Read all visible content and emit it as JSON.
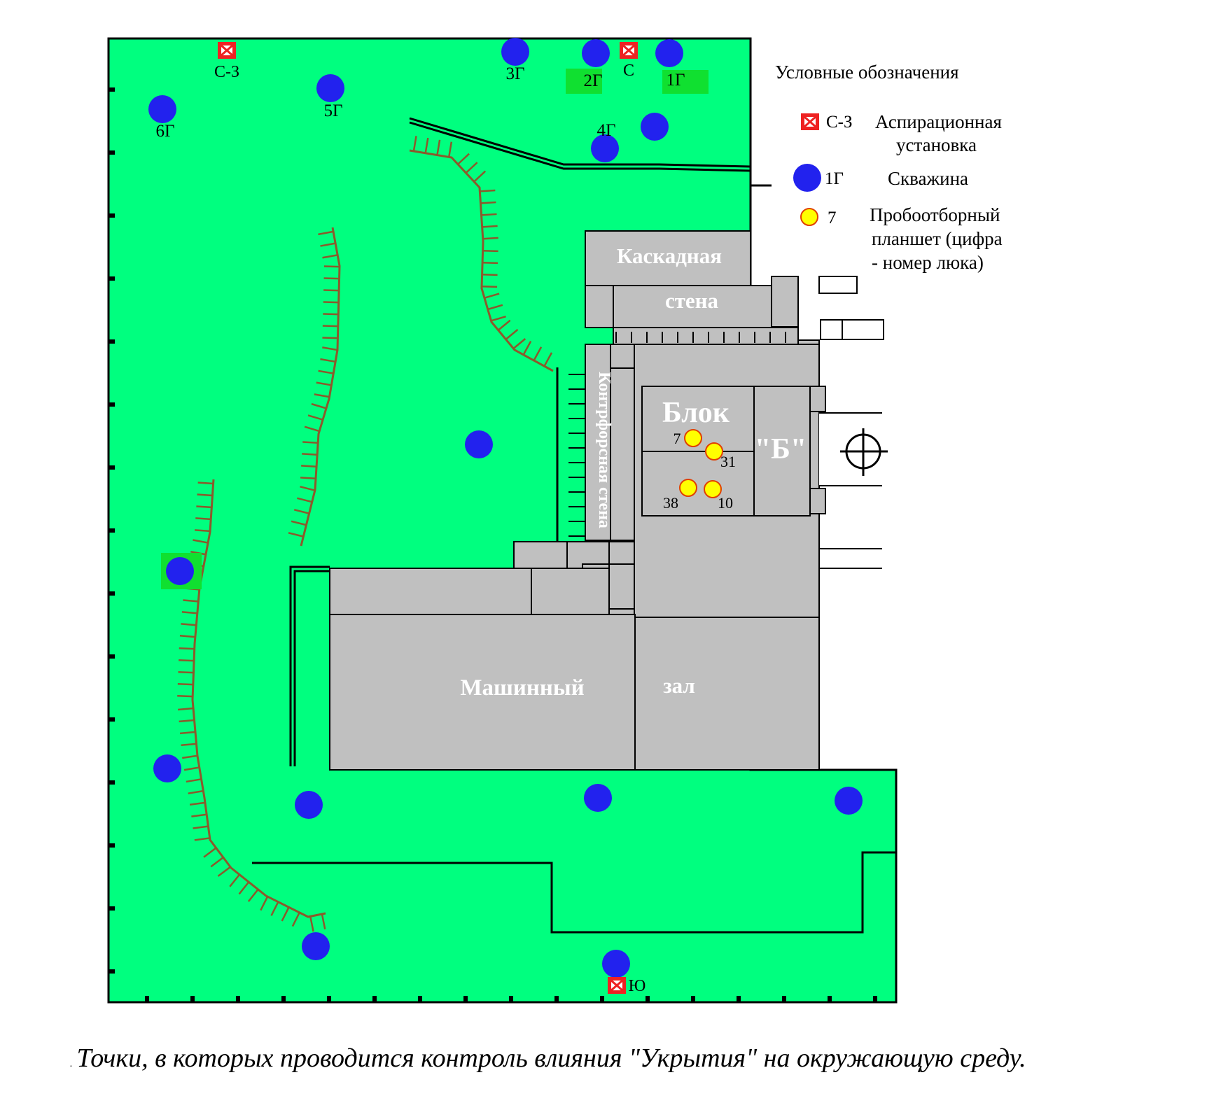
{
  "legend": {
    "title": "Условные обозначения",
    "aspiration": {
      "symbol_label": "С-З",
      "text_line1": "Аспирационная",
      "text_line2": "установка"
    },
    "well": {
      "symbol_label": "1Г",
      "text": "Скважина"
    },
    "sampler": {
      "symbol_label": "7",
      "text_line1": "Пробоотборный",
      "text_line2": "планшет (цифра",
      "text_line3": "- номер люка)"
    }
  },
  "buildings": {
    "cascade_wall_1": "Каскадная",
    "cascade_wall_2": "стена",
    "buttress_wall": "Контрфорсная стена",
    "block_1": "Блок",
    "block_2": "\"Б\"",
    "machine_hall_1": "Машинный",
    "machine_hall_2": "зал"
  },
  "aspiration_units": [
    {
      "label": "С-З"
    },
    {
      "label": "С"
    },
    {
      "label": "Ю"
    }
  ],
  "wells": {
    "w1": "1Г",
    "w2": "2Г",
    "w3": "3Г",
    "w4": "4Г",
    "w5": "5Г",
    "w6": "6Г"
  },
  "samplers": {
    "s7": "7",
    "s31": "31",
    "s38": "38",
    "s10": "10"
  },
  "caption": "Точки, в которых проводится контроль влияния \"Укрытия\" на окружающую среду.",
  "colors": {
    "site_green": "#00ff7f",
    "building_gray": "#c0c0c0",
    "well_blue": "#2222ee",
    "sampler_yellow": "#ffff00",
    "sampler_border": "#e04000",
    "aspiration_red": "#ee2222",
    "slope_brown": "#8b5a2b"
  },
  "icons": {
    "aspiration": "crossed-box-icon",
    "well": "filled-circle-icon",
    "sampler": "small-ring-icon",
    "reference": "crosshair-icon"
  }
}
